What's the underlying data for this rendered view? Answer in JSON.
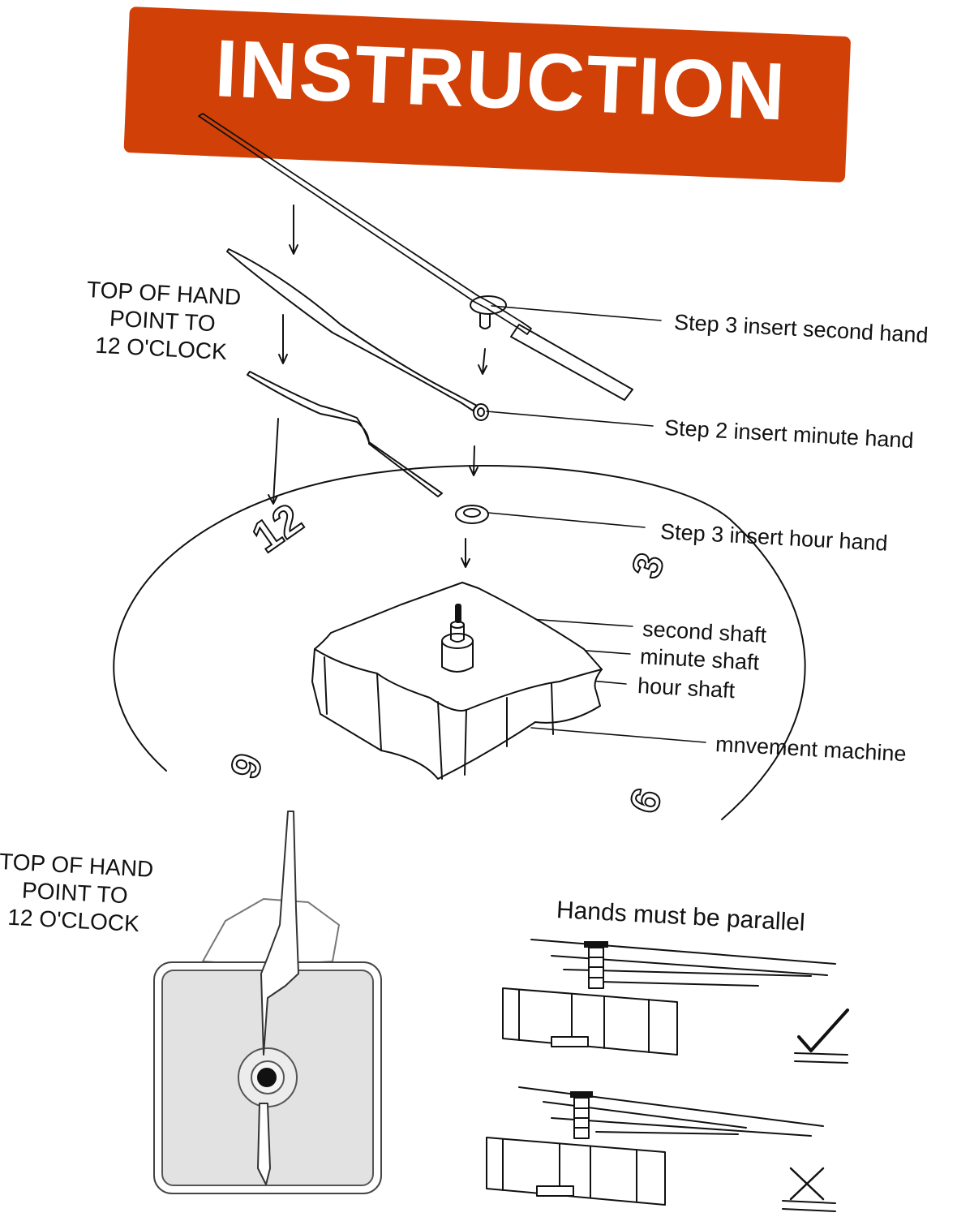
{
  "banner": {
    "title": "INSTRUCTION",
    "color": "#d14006"
  },
  "labels": {
    "second_hand": "Step 3 insert second hand",
    "minute_hand": "Step 2 insert minute hand",
    "hour_hand": "Step 3 insert hour hand",
    "second_shaft": "second shaft",
    "minute_shaft": "minute shaft",
    "hour_shaft": "hour shaft",
    "movement": "mnvement machine"
  },
  "note_top": {
    "line1": "TOP OF HAND",
    "line2": "POINT TO",
    "line3": "12 O'CLOCK"
  },
  "note_bottom": {
    "line1": "TOP OF HAND",
    "line2": "POINT TO",
    "line3": "12 O'CLOCK"
  },
  "dial_numbers": {
    "twelve": "12",
    "three": "3",
    "six": "6",
    "nine": "9"
  },
  "parallel": {
    "title": "Hands must be parallel",
    "correct_mark": "✓",
    "wrong_mark": "✕"
  }
}
